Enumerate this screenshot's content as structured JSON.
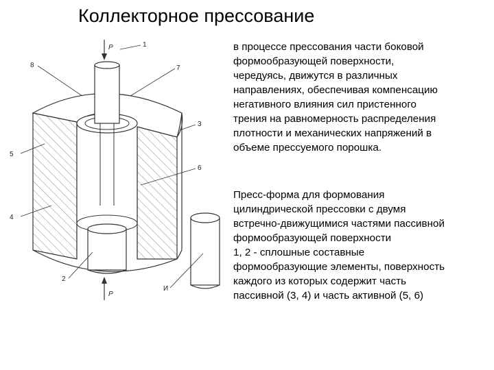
{
  "title": "Коллекторное прессование",
  "description_1": [
    "в процессе прессования части боковой",
    "формообразующей поверхности,",
    "чередуясь, движутся в различных",
    "направлениях, обеспечивая компенсацию",
    "негативного влияния сил пристенного",
    "трения на равномерность распределения",
    "плотности и механических напряжений в",
    "объеме прессуемого порошка."
  ],
  "description_2": [
    "Пресс-форма для формования",
    "цилиндрической прессовки с двумя",
    "встречно-движущимися частями пассивной",
    "формообразующей поверхности",
    "1, 2 - сплошные составные",
    "формообразующие элементы, поверхность",
    "каждого из которых содержит часть",
    "пассивной (3, 4) и часть активной (5, 6)"
  ],
  "figure": {
    "force_top": "P",
    "force_bottom": "P",
    "callouts": {
      "c1": "1",
      "c2": "2",
      "c3": "3",
      "c4": "4",
      "c5": "5",
      "c6": "6",
      "c7": "7",
      "c8": "8",
      "ci": "И"
    }
  },
  "colors": {
    "text": "#000000",
    "line": "#333333",
    "hatch": "#8a8a8a",
    "background": "#ffffff"
  }
}
